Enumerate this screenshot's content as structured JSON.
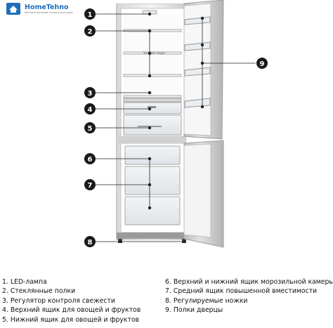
{
  "brand": {
    "name": "HomeTehno",
    "tagline": "Магазин бытовой техники для дома",
    "icon": "house-icon",
    "color": "#1e6fb9"
  },
  "figure": {
    "shelf_label": "Stemless Regal",
    "callouts": [
      {
        "num": "1"
      },
      {
        "num": "2"
      },
      {
        "num": "3"
      },
      {
        "num": "4"
      },
      {
        "num": "5"
      },
      {
        "num": "6"
      },
      {
        "num": "7"
      },
      {
        "num": "8"
      },
      {
        "num": "9"
      }
    ],
    "callout_color": "#1a1a1a"
  },
  "legend": {
    "left": [
      "1. LED-лампа",
      "2. Стеклянные полки",
      "3. Регулятор контроля свежести",
      "4. Верхний ящик для овощей и фруктов",
      "5. Нижний ящик для овощей и фруктов"
    ],
    "right": [
      "6. Верхний и нижний ящик морозильной камеры",
      "7. Средний ящик повышенной вместимости",
      "8. Регулируемые ножки",
      "9. Полки дверцы"
    ]
  }
}
